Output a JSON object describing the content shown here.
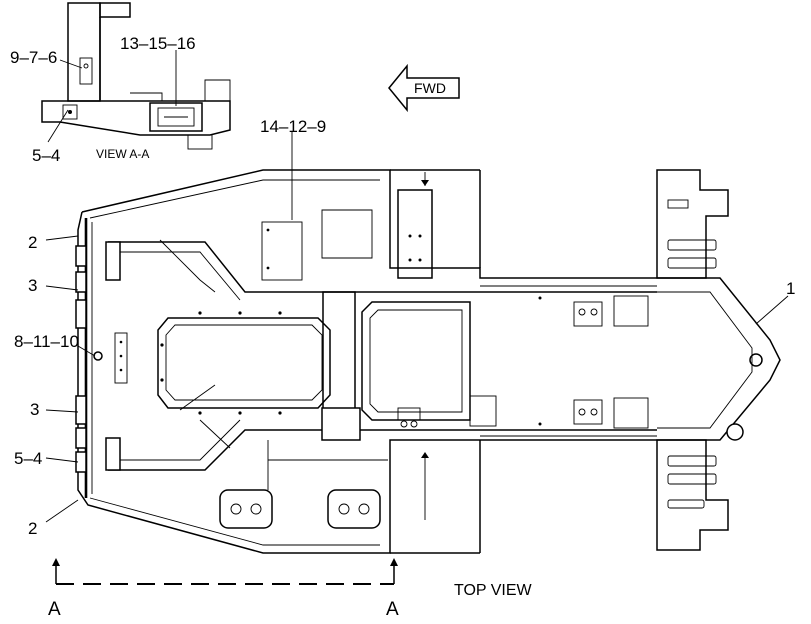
{
  "callouts": {
    "c_9_7_6": "9–7–6",
    "c_13_15_16": "13–15–16",
    "c_5_4_top": "5–4",
    "c_14_12_9": "14–12–9",
    "c_2_top": "2",
    "c_3_top": "3",
    "c_8_11_10": "8–11–10",
    "c_3_bottom": "3",
    "c_5_4_bottom": "5–4",
    "c_2_bottom": "2",
    "c_1": "1"
  },
  "labels": {
    "fwd": "FWD",
    "view_aa": "VIEW  A-A",
    "top_view": "TOP VIEW",
    "section_a_left": "A",
    "section_a_right": "A"
  }
}
